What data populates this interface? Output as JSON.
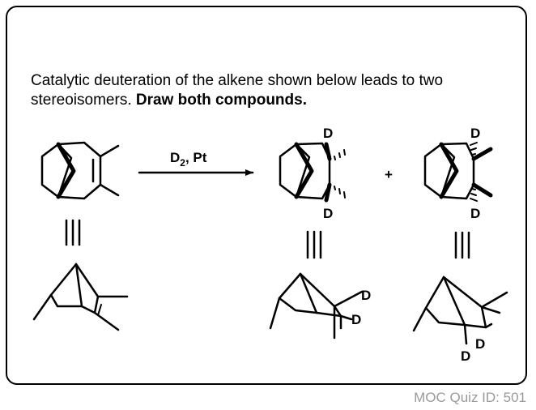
{
  "question": {
    "text": "Catalytic deuteration of the alkene shown below leads to two stereoisomers. ",
    "emphasis": "Draw both compounds."
  },
  "reagents": {
    "main": "D",
    "subscript": "2",
    "rest": ", Pt"
  },
  "plus": "+",
  "equiv": "|||",
  "atom_label": "D",
  "footer": "MOC Quiz ID: 501",
  "colors": {
    "ink": "#000000",
    "footer": "#9a9a9a"
  }
}
